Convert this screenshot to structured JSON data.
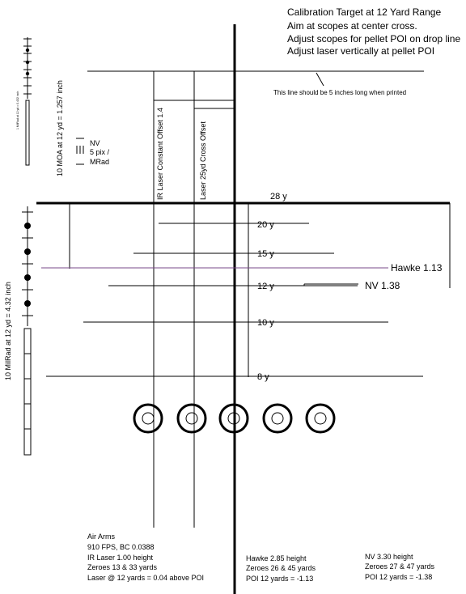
{
  "header": {
    "title": "Calibration Target at 12 Yard Range",
    "line1": "Aim at scopes at center cross.",
    "line2": "Adjust scopes for pellet POI on drop line",
    "line3": "Adjust laser vertically at pellet POI"
  },
  "ruler_note": "This line should be 5 inches long when printed",
  "offsets": {
    "ir_laser": "IR Laser Constant Offset 1.4",
    "laser_25": "Laser 25yd Cross Offset"
  },
  "scales": {
    "moa_small": "1 MilRad at 12 yd = 0.432 inch",
    "moa": "10  MOA at 12 yd = 1.257 inch",
    "milrad": "10  MilRad at 12 yd = 4.32 inch",
    "nv_legend": {
      "nv": "NV",
      "pix": "5 pix /",
      "mrad": "MRad"
    }
  },
  "ranges": {
    "r28": "28 y",
    "r20": "20 y",
    "r15": "15 y",
    "r12": "12 y",
    "r10": "10 y",
    "r8": "8 y"
  },
  "scope_labels": {
    "hawke": "Hawke 1.13",
    "nv": "NV 1.38"
  },
  "notes": {
    "airarms": {
      "l1": "Air Arms",
      "l2": "910 FPS, BC 0.0388",
      "l3": "IR Laser 1.00 height",
      "l4": "Zeroes 13 & 33 yards",
      "l5": "Laser @ 12 yards = 0.04 above POI"
    },
    "hawke": {
      "l1": "Hawke 2.85 height",
      "l2": "Zeroes 26 & 45 yards",
      "l3": "POI 12 yards = -1.13"
    },
    "nv": {
      "l1": "NV 3.30 height",
      "l2": "Zeroes 27 & 47 yards",
      "l3": "POI 12 yards = -1.38"
    }
  },
  "colors": {
    "line": "#000000",
    "hawke_line": "#7a4a8a"
  }
}
